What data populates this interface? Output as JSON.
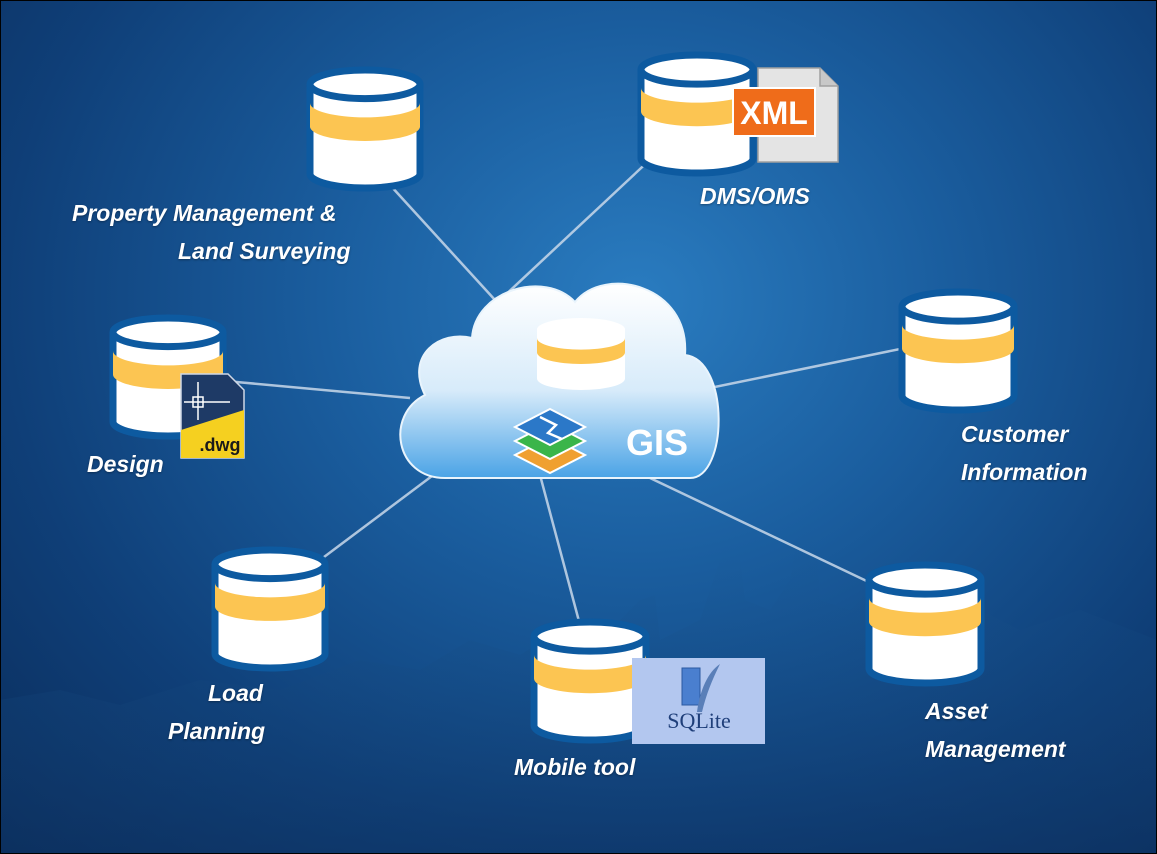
{
  "hub": {
    "title": "GIS"
  },
  "nodes": [
    {
      "id": "property",
      "lines": [
        "Property Management &",
        "Land Surveying"
      ]
    },
    {
      "id": "dms",
      "lines": [
        "DMS/OMS"
      ],
      "badge": "XML"
    },
    {
      "id": "design",
      "lines": [
        "Design"
      ],
      "badge": ".dwg"
    },
    {
      "id": "customer",
      "lines": [
        "Customer",
        "Information"
      ]
    },
    {
      "id": "load",
      "lines": [
        "Load",
        "Planning"
      ]
    },
    {
      "id": "mobile",
      "lines": [
        "Mobile tool"
      ],
      "badge": "SQLite"
    },
    {
      "id": "asset",
      "lines": [
        "Asset",
        "Management"
      ]
    }
  ],
  "colors": {
    "accent_band": "#fcc552",
    "db_body": "#ffffff",
    "db_frame": "#0d5aa0",
    "xml_badge": "#ef6c1a",
    "sqlite_bg": "#b3c7ef",
    "dwg_bg": "#1e3a66",
    "dwg_accent": "#f5d020"
  }
}
